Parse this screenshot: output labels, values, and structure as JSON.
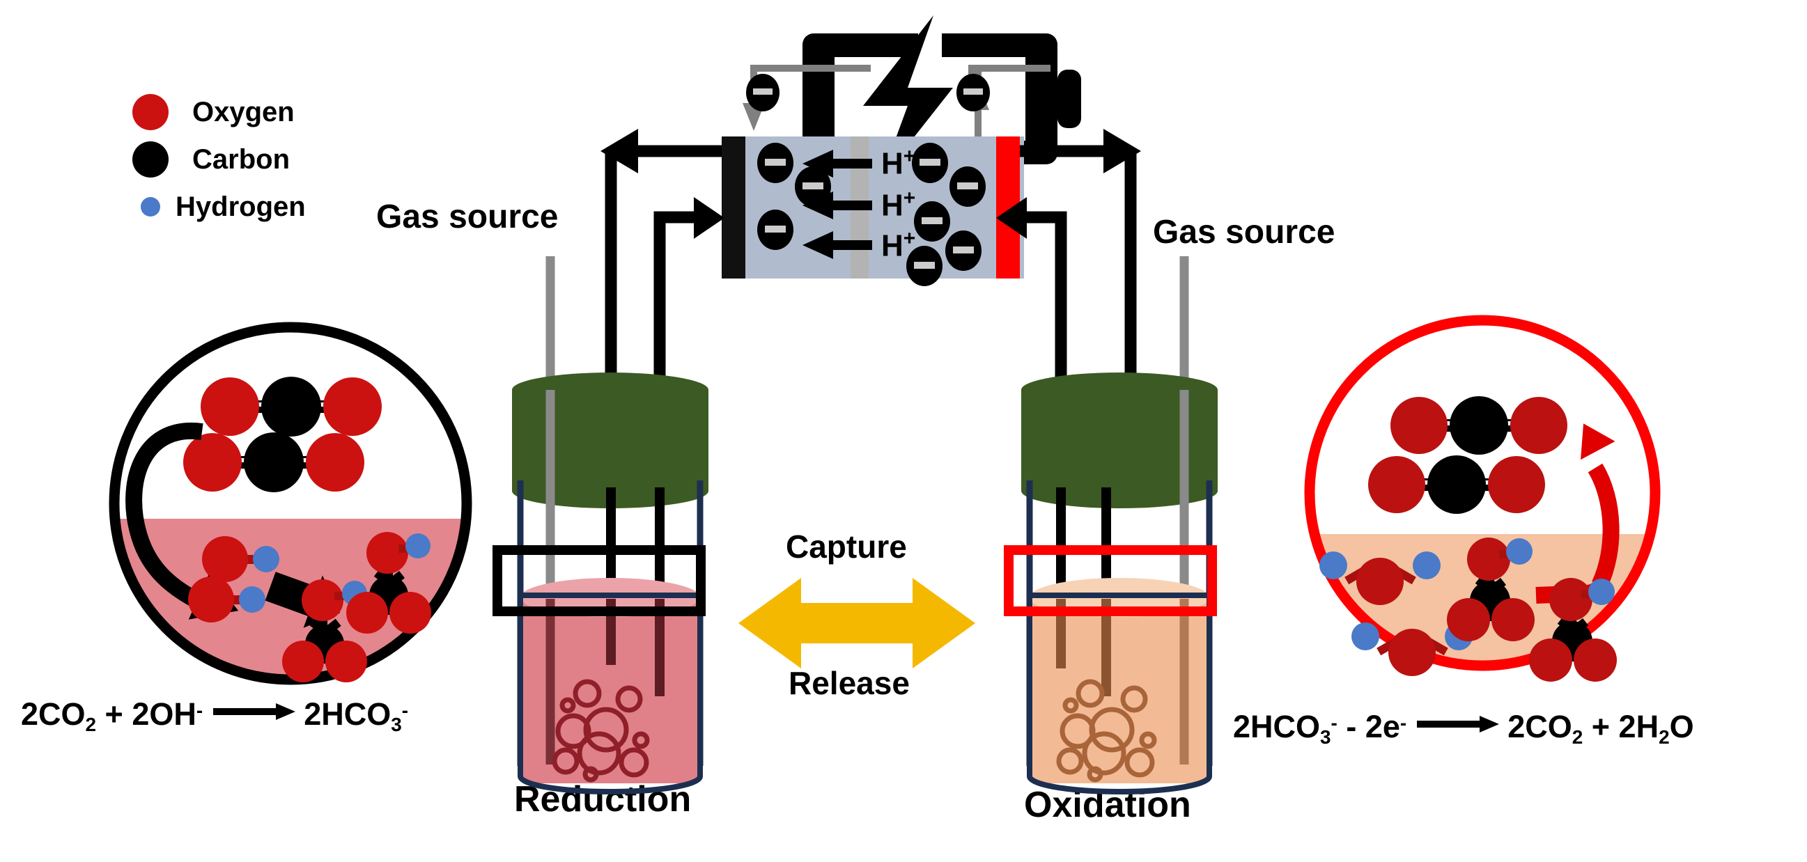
{
  "legend": {
    "items": [
      {
        "label": "Oxygen",
        "color": "#cc1111",
        "radius": 26,
        "icon": "oxygen-atom-icon"
      },
      {
        "label": "Carbon",
        "color": "#000000",
        "radius": 26,
        "icon": "carbon-atom-icon"
      },
      {
        "label": "Hydrogen",
        "color": "#4a7ac8",
        "radius": 14,
        "icon": "hydrogen-atom-icon"
      }
    ]
  },
  "cell": {
    "battery_icon": "battery-charging-icon",
    "electron_left_label": "−",
    "electron_right_label": "−",
    "cathode_color": "#111111",
    "anode_color": "#fe0000",
    "electrolyte_color": "#b0bccd",
    "membrane_color": "#b3b3b3",
    "proton_rows": [
      "H",
      "H",
      "H"
    ],
    "proton_charge": "+",
    "electron_symbol": "−",
    "electron_count_in_cell": 8
  },
  "left": {
    "gas_source_label": "Gas source",
    "vessel_label": "Reduction",
    "equation_html": "2CO<sub>2</sub> + 2OH<sup>-</sup> ⟶  2HCO<sub>3</sub><sup>-</sup>",
    "equation_text": "2CO2 + 2OH-  ⟶  2HCO3-",
    "liquid_color": "#e08189",
    "liquid_top_color": "#eba3a9",
    "inset_liquid_color": "#e4868e",
    "inset_ring_color": "#000000",
    "highlight_box_color": "#000000",
    "tank_color": "#3c5a23",
    "callout_arrow_color": "#000000"
  },
  "right": {
    "gas_source_label": "Gas source",
    "vessel_label": "Oxidation",
    "equation_html": "2HCO<sub>3</sub><sup>-</sup> - 2e<sup>-</sup> ⟶ 2CO<sub>2</sub> + 2H<sub>2</sub>O",
    "equation_text": "2HCO3- - 2e-  ⟶  2CO2 + 2H2O",
    "liquid_color": "#f2bb95",
    "liquid_top_color": "#f8d2b5",
    "inset_liquid_color": "#f5c3a1",
    "inset_ring_color": "#fe0000",
    "highlight_box_color": "#fe0000",
    "tank_color": "#3c5a23",
    "callout_arrow_color": "#e00000"
  },
  "center": {
    "capture_label": "Capture",
    "release_label": "Release",
    "arrow_color": "#f5b800",
    "arrow_icon": "double-headed-arrow-icon"
  },
  "colors": {
    "oxygen": "#cc1111",
    "oxygen_dark": "#b71212",
    "carbon": "#000000",
    "hydrogen": "#4a7ac8",
    "pipe": "#000000",
    "gas_pipe": "#8a8a8a",
    "vessel_outline": "#1d2f50",
    "bubble_left": "#8f1f28",
    "bubble_right": "#a9643a"
  }
}
